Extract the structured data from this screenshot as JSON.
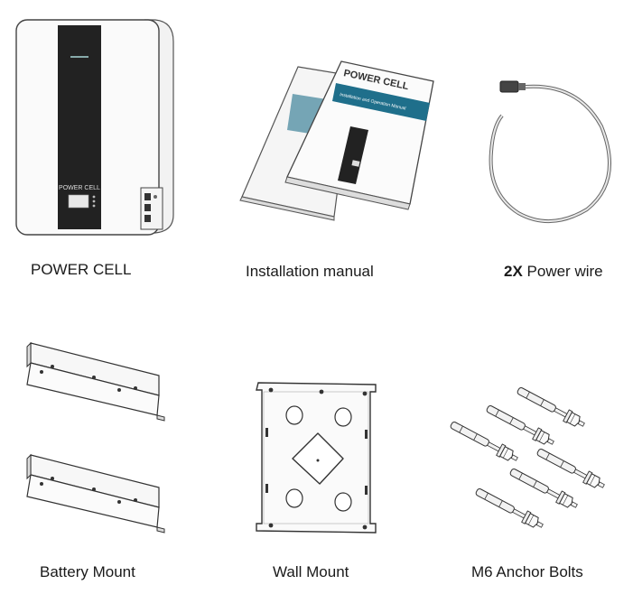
{
  "items": [
    {
      "caption": "POWER CELL",
      "icon": "battery-unit-icon",
      "device_brand": "POWER CELL"
    },
    {
      "caption": "Installation manual",
      "icon": "manual-booklet-icon",
      "cover_title": "POWER CELL",
      "cover_subtitle": "Installation and Operation Manual"
    },
    {
      "caption_prefix": "2X",
      "caption": "Power wire",
      "icon": "power-wire-icon"
    },
    {
      "caption": "Battery Mount",
      "icon": "battery-mount-bracket-icon"
    },
    {
      "caption": "Wall Mount",
      "icon": "wall-mount-plate-icon"
    },
    {
      "caption": "M6 Anchor Bolts",
      "icon": "anchor-bolt-icon"
    }
  ]
}
